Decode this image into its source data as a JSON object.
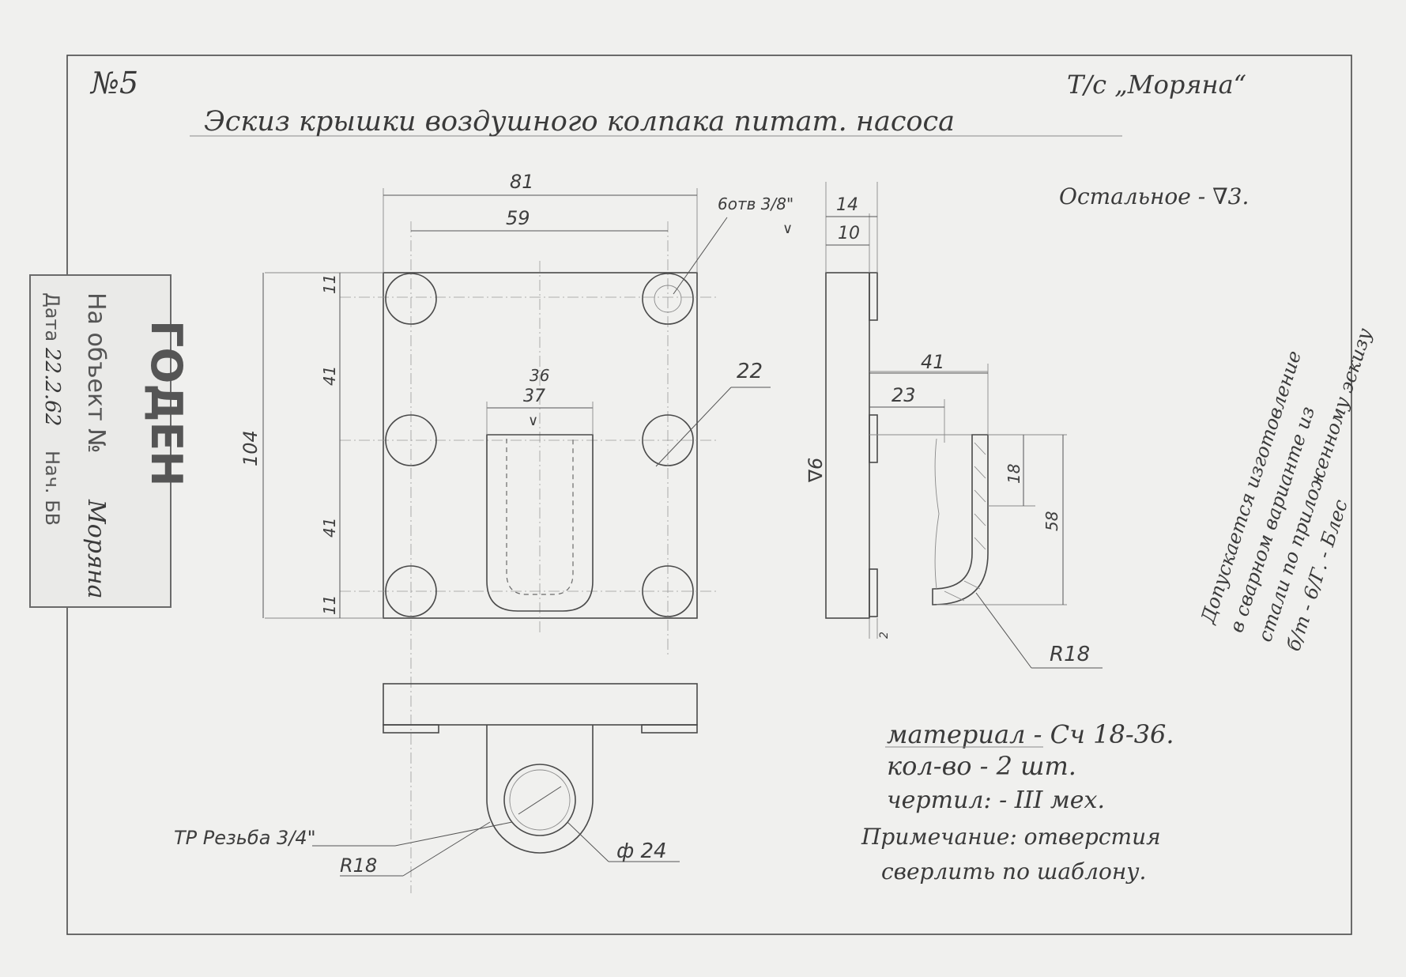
{
  "header": {
    "sheet_no": "№5",
    "vessel": "Т/с „Моряна“",
    "title": "Эскиз крышки воздушного колпака питат. насоса",
    "surface_note": "Остальное - ∇3."
  },
  "stamp": {
    "status": "ГОДЕН",
    "object_label": "На объект №",
    "object_value": "Моряна",
    "date_label": "Дата",
    "date_value": "22.2.62",
    "chief_label": "Нач. БВ"
  },
  "dimensions": {
    "width_outer": "81",
    "width_holes": "59",
    "height_total": "104",
    "edge_top": "11",
    "pitch_top": "41",
    "pitch_bottom": "41",
    "edge_bottom": "11",
    "slot_width_old": "36",
    "slot_width": "37",
    "hole_dia": "22",
    "holes_note": "6отв 3/8\"",
    "side_thk_outer": "14",
    "side_thk": "10",
    "side_finish": "∇6",
    "boss_len": "41",
    "boss_inner": "23",
    "boss_wall": "18",
    "boss_height": "58",
    "boss_step": "2",
    "boss_radius": "R18",
    "thread_note": "ТР Резьба 3/4\"",
    "bottom_radius": "R18",
    "bore_dia": "ф 24"
  },
  "notes": {
    "material": "материал - Сч 18-36.",
    "quantity": "кол-во - 2 шт.",
    "drawn_by": "чертил: - III мех.",
    "remark_line1": "Примечание: отверстия",
    "remark_line2": "сверлить по шаблону."
  },
  "side_note": {
    "line1": "Допускается изготовление",
    "line2": "в сварном варианте из",
    "line3": "стали по приложенному эскизу",
    "line4": "б/т - 6/Г. - Блес"
  }
}
